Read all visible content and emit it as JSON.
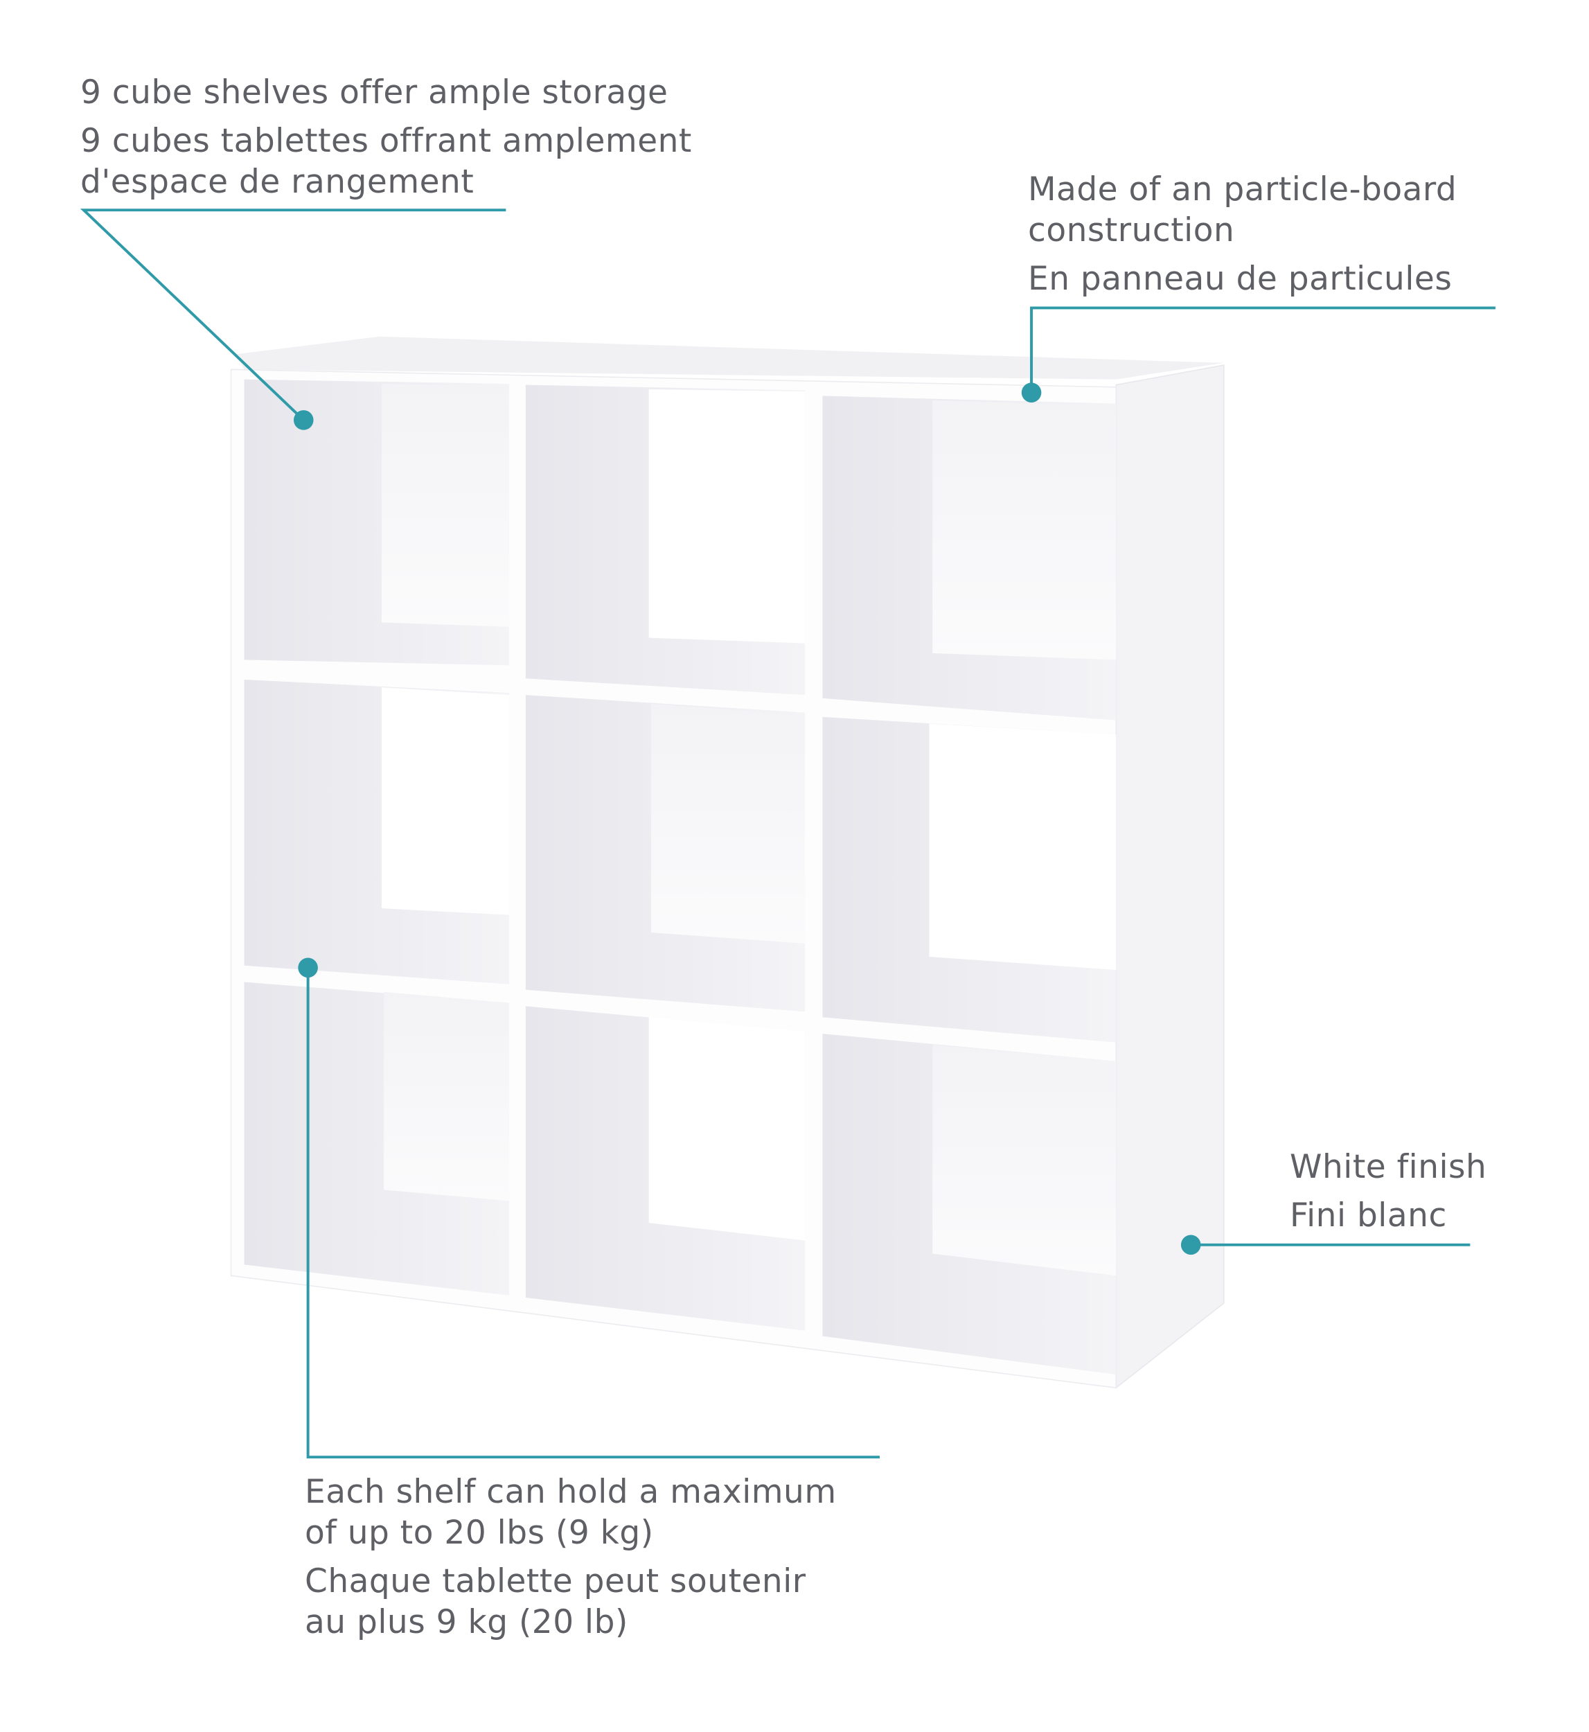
{
  "callouts": {
    "storage": {
      "en": "9 cube shelves offer ample storage",
      "fr_line1": "9 cubes tablettes offrant amplement",
      "fr_line2": "d'espace de rangement"
    },
    "material": {
      "en_line1": "Made of an particle-board",
      "en_line2": "construction",
      "fr": "En panneau de particules"
    },
    "finish": {
      "en": "White finish",
      "fr": "Fini blanc"
    },
    "capacity": {
      "en_line1": "Each shelf can hold a maximum",
      "en_line2": "of up to 20 lbs (9 kg)",
      "fr_line1": "Chaque tablette peut soutenir",
      "fr_line2": "au plus 9 kg (20 lb)"
    }
  },
  "colors": {
    "accent": "#2f9aa8",
    "text": "#5f6066"
  }
}
